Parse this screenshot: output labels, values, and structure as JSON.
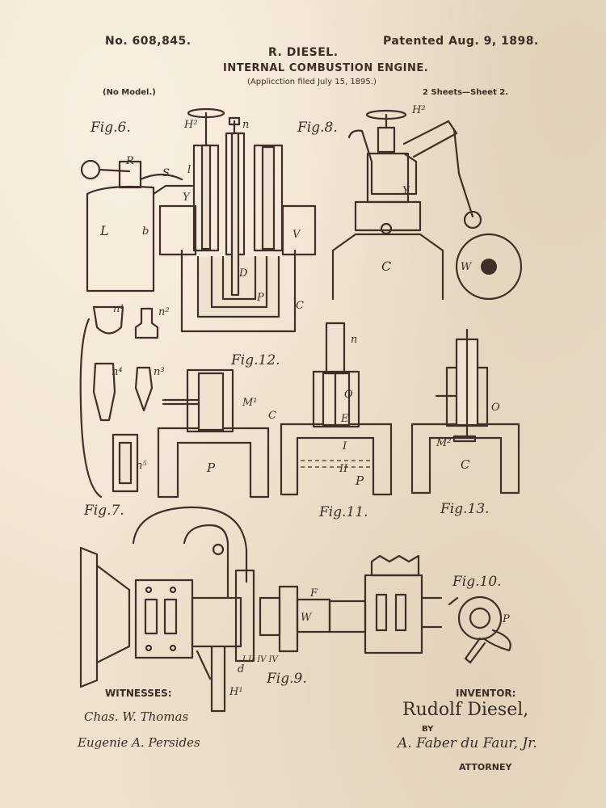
{
  "header": {
    "patent_no": "No. 608,845.",
    "inventor_name": "R. DIESEL.",
    "date": "Patented Aug. 9, 1898.",
    "title": "INTERNAL COMBUSTION ENGINE.",
    "application": "(Applicction filed July 15, 1895.)",
    "no_model": "(No Model.)",
    "sheets": "2 Sheets—Sheet 2."
  },
  "figures": {
    "fig6": "Fig.6.",
    "fig8": "Fig.8.",
    "fig12": "Fig.12.",
    "fig7": "Fig.7.",
    "fig11": "Fig.11.",
    "fig13": "Fig.13.",
    "fig10": "Fig.10.",
    "fig9": "Fig.9."
  },
  "labels": {
    "h2_a": "H²",
    "n_a": "n",
    "h2_b": "H²",
    "r": "R",
    "s": "S",
    "l_small": "l",
    "y_a": "Y",
    "y_b": "Y",
    "l_big": "L",
    "b": "b",
    "v": "V",
    "c_a": "C",
    "d": "D",
    "p_a": "P",
    "c_b": "C",
    "w_a": "W",
    "n1": "n¹",
    "n2": "n²",
    "n3": "n³",
    "n4": "n⁴",
    "n5": "n⁵",
    "m1": "M¹",
    "c_c": "C",
    "p_b": "P",
    "n_b": "n",
    "o_a": "O",
    "e": "E",
    "i": "I",
    "ii": "II",
    "p_c": "P",
    "o_b": "O",
    "m2": "M²",
    "c_d": "C",
    "f": "F",
    "w_b": "W",
    "p_d": "P",
    "d_small": "d",
    "h1": "H¹",
    "roman": "I  II   IV IV"
  },
  "footer": {
    "witnesses": "WITNESSES:",
    "witness1": "Chas. W. Thomas",
    "witness2": "Eugenie A. Persides",
    "inventor_label": "INVENTOR:",
    "inventor_signature": "Rudolf Diesel,",
    "by": "BY",
    "attorney_signature": "A. Faber du Faur, Jr.",
    "attorney": "ATTORNEY"
  },
  "colors": {
    "paper": "#efe3cf",
    "ink": "#3e3028"
  }
}
